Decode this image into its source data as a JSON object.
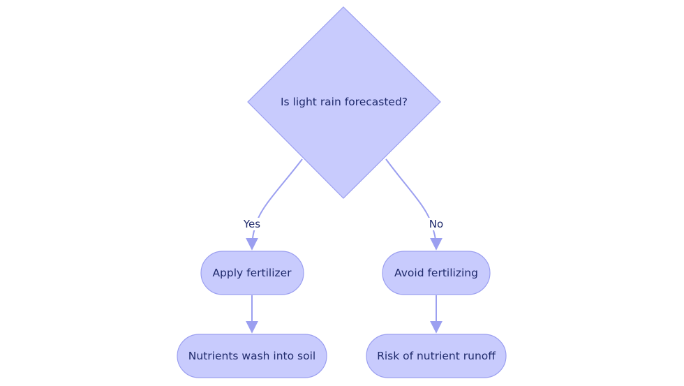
{
  "diagram": {
    "decision": {
      "label": "Is light rain forecasted?"
    },
    "branches": {
      "yes_label": "Yes",
      "no_label": "No"
    },
    "nodes": {
      "apply": "Apply fertilizer",
      "avoid": "Avoid fertilizing",
      "wash": "Nutrients wash into soil",
      "runoff": "Risk of nutrient runoff"
    },
    "colors": {
      "node_fill": "#c8cbfd",
      "node_stroke": "#9b9ff0",
      "edge": "#9b9ff0",
      "text": "#1f2a6b"
    }
  }
}
